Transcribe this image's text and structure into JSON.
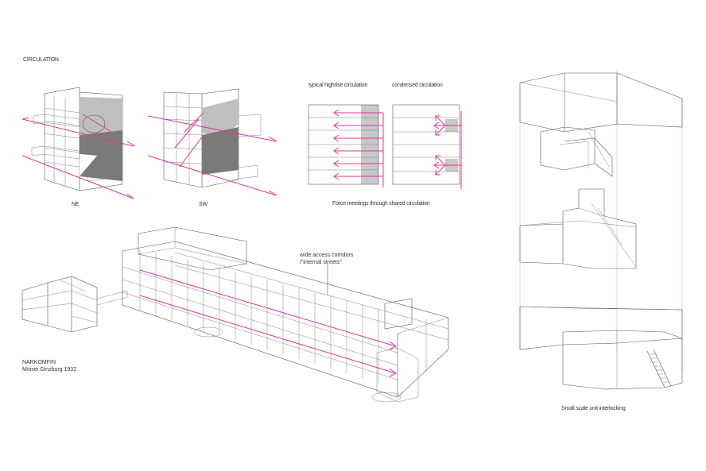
{
  "labels": {
    "title": "CIRCULATION",
    "ne": "NE",
    "sw": "SW",
    "typical": "typical highrise circulation",
    "condensed": "condensed circulation",
    "force": "Force meetings through shared circulation",
    "wide_line1": "wide access corridors",
    "wide_line2": "/\"internal streets\"",
    "narkomfin_line1": "NARKOMFIN",
    "narkomfin_line2": "Moisei Ginzburg 1932",
    "small_scale": "Small scale unit interlocking"
  },
  "colors": {
    "accent": "#e0359a",
    "line": "#555555",
    "shade_light": "#bfbfbf",
    "shade_dark": "#7a7a7a"
  }
}
